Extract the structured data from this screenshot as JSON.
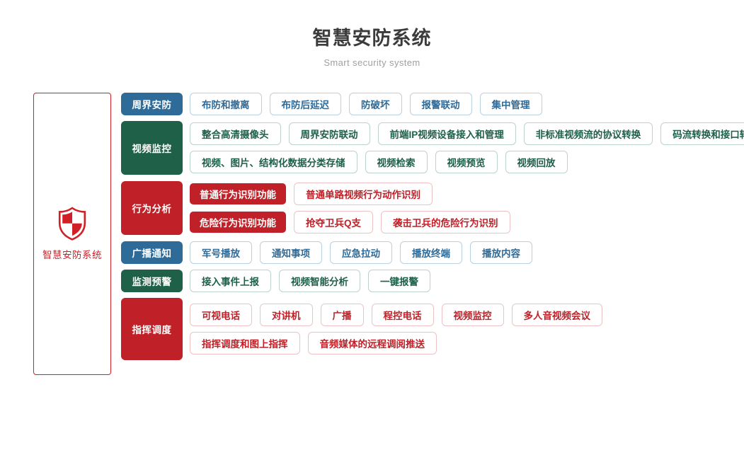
{
  "header": {
    "title": "智慧安防系统",
    "subtitle": "Smart security system"
  },
  "brand": {
    "label": "智慧安防系统",
    "icon": "shield-icon",
    "color": "#cf2027"
  },
  "colors": {
    "blue": "#2e6b98",
    "green": "#1f6049",
    "red": "#c02027",
    "blue_border": "#b9d0e0",
    "green_border": "#bcd3c9",
    "red_border": "#eec2c4"
  },
  "rows": [
    {
      "category": "周界安防",
      "theme": "blue",
      "subrows": [
        {
          "group": null,
          "items": [
            "布防和撤离",
            "布防后延迟",
            "防破坏",
            "报警联动",
            "集中管理"
          ]
        }
      ]
    },
    {
      "category": "视频监控",
      "theme": "green",
      "subrows": [
        {
          "group": null,
          "items": [
            "整合高清摄像头",
            "周界安防联动",
            "前端IP视频设备接入和管理",
            "非标准视频流的协议转换",
            "码流转换和接口转换"
          ]
        },
        {
          "group": null,
          "items": [
            "视频、图片、结构化数据分类存储",
            "视频检索",
            "视频预览",
            "视频回放"
          ]
        }
      ]
    },
    {
      "category": "行为分析",
      "theme": "red",
      "subrows": [
        {
          "group": "普通行为识别功能",
          "items": [
            "普通单路视频行为动作识别"
          ]
        },
        {
          "group": "危险行为识别功能",
          "items": [
            "抢夺卫兵Q支",
            "袭击卫兵的危险行为识别"
          ]
        }
      ]
    },
    {
      "category": "广播通知",
      "theme": "blue",
      "subrows": [
        {
          "group": null,
          "items": [
            "军号播放",
            "通知事项",
            "应急拉动",
            "播放终端",
            "播放内容"
          ]
        }
      ]
    },
    {
      "category": "监测预警",
      "theme": "green",
      "subrows": [
        {
          "group": null,
          "items": [
            "接入事件上报",
            "视频智能分析",
            "一键报警"
          ]
        }
      ]
    },
    {
      "category": "指挥调度",
      "theme": "red",
      "subrows": [
        {
          "group": null,
          "items": [
            "可视电话",
            "对讲机",
            "广播",
            "程控电话",
            "视频监控",
            "多人音视频会议"
          ]
        },
        {
          "group": null,
          "items": [
            "指挥调度和图上指挥",
            "音频媒体的远程调阅推送"
          ]
        }
      ]
    }
  ]
}
